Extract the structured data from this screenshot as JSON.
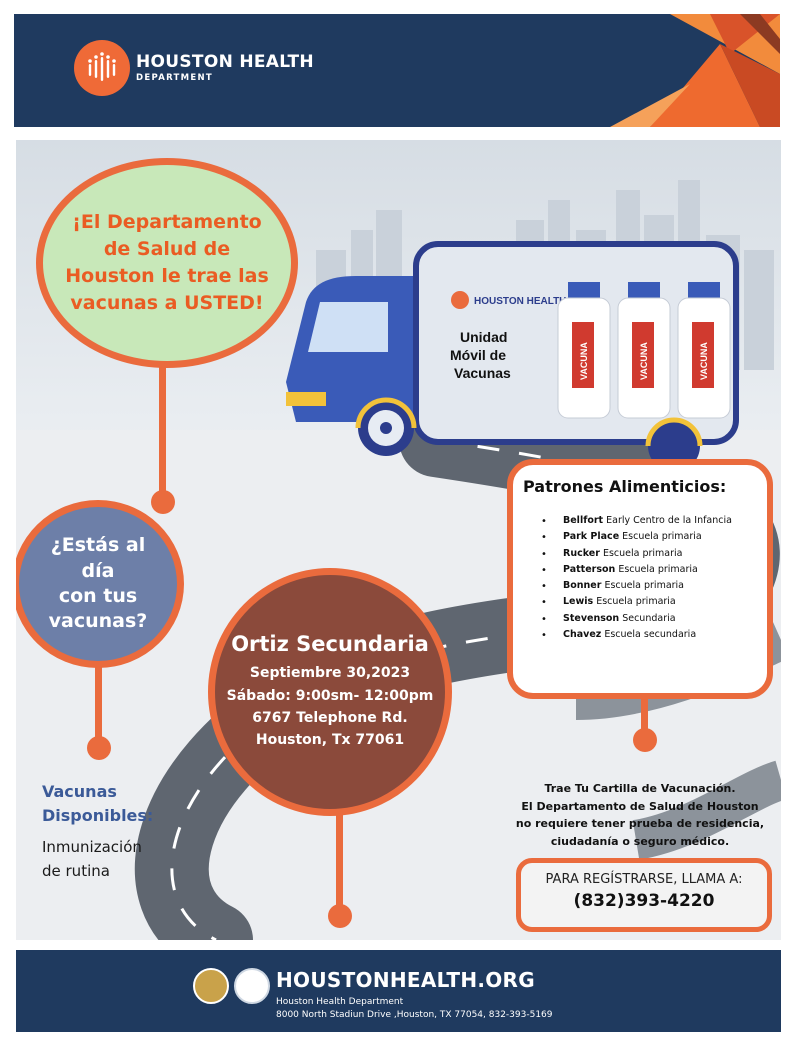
{
  "header": {
    "title": "HOUSTON HEALTH",
    "subtitle": "DEPARTMENT"
  },
  "truck": {
    "brand": "HOUSTON HEALTH",
    "label_lines": [
      "Unidad",
      "Móvil de",
      "Vacunas"
    ],
    "vial_label": "VACUNA"
  },
  "intro_bubble": {
    "lines": [
      "¡El Departamento",
      "de Salud de",
      "Houston le trae las",
      "vacunas a USTED!"
    ]
  },
  "question_bubble": {
    "lines": [
      "¿Estás al",
      "día",
      "con tus",
      "vacunas?"
    ]
  },
  "event": {
    "title": "Ortiz Secundaria",
    "date": "Septiembre 30,2023",
    "time": "Sábado: 9:00sm- 12:00pm",
    "address": "6767 Telephone Rd.",
    "city": "Houston, Tx 77061"
  },
  "vaccines": {
    "title_lines": [
      "Vacunas",
      "Disponibles:"
    ],
    "text_lines": [
      "Inmunización",
      "de rutina"
    ]
  },
  "sites": {
    "title": "Patrones Alimenticios:",
    "items": [
      {
        "name": "Bellfort",
        "rest": "Early Centro de la Infancia"
      },
      {
        "name": "Park Place",
        "rest": "Escuela primaria"
      },
      {
        "name": "Rucker",
        "rest": "Escuela primaria"
      },
      {
        "name": "Patterson",
        "rest": "Escuela primaria"
      },
      {
        "name": "Bonner",
        "rest": "Escuela primaria"
      },
      {
        "name": "Lewis",
        "rest": "Escuela primaria"
      },
      {
        "name": "Stevenson",
        "rest": "Secundaria"
      },
      {
        "name": "Chavez",
        "rest": "Escuela secundaria"
      }
    ]
  },
  "notes": {
    "lines": [
      "Trae Tu Cartilla de Vacunación.",
      "El Departamento de Salud de Houston",
      "no requiere tener prueba de residencia,",
      "ciudadanía o seguro médico."
    ]
  },
  "register": {
    "label": "PARA REGÍSTRARSE, LLAMA A:",
    "phone": "(832)393-4220"
  },
  "footer": {
    "url": "HOUSTONHEALTH.ORG",
    "org": "Houston Health Department",
    "address": "8000 North Stadiun Drive ,Houston, TX 77054, 832-393-5169"
  },
  "colors": {
    "navy": "#1f3a5f",
    "accent_orange": "#ea6b3d",
    "intro_bubble_fill": "#c8e8b9",
    "question_bubble_fill": "#6d7fa8",
    "event_bubble_fill": "#8b4a3b",
    "vaccines_title": "#3b5a98"
  },
  "icons": [
    "houston-health-logo-icon",
    "truck-icon",
    "vaccine-vial-icon",
    "city-seal-icon",
    "department-seal-icon"
  ]
}
